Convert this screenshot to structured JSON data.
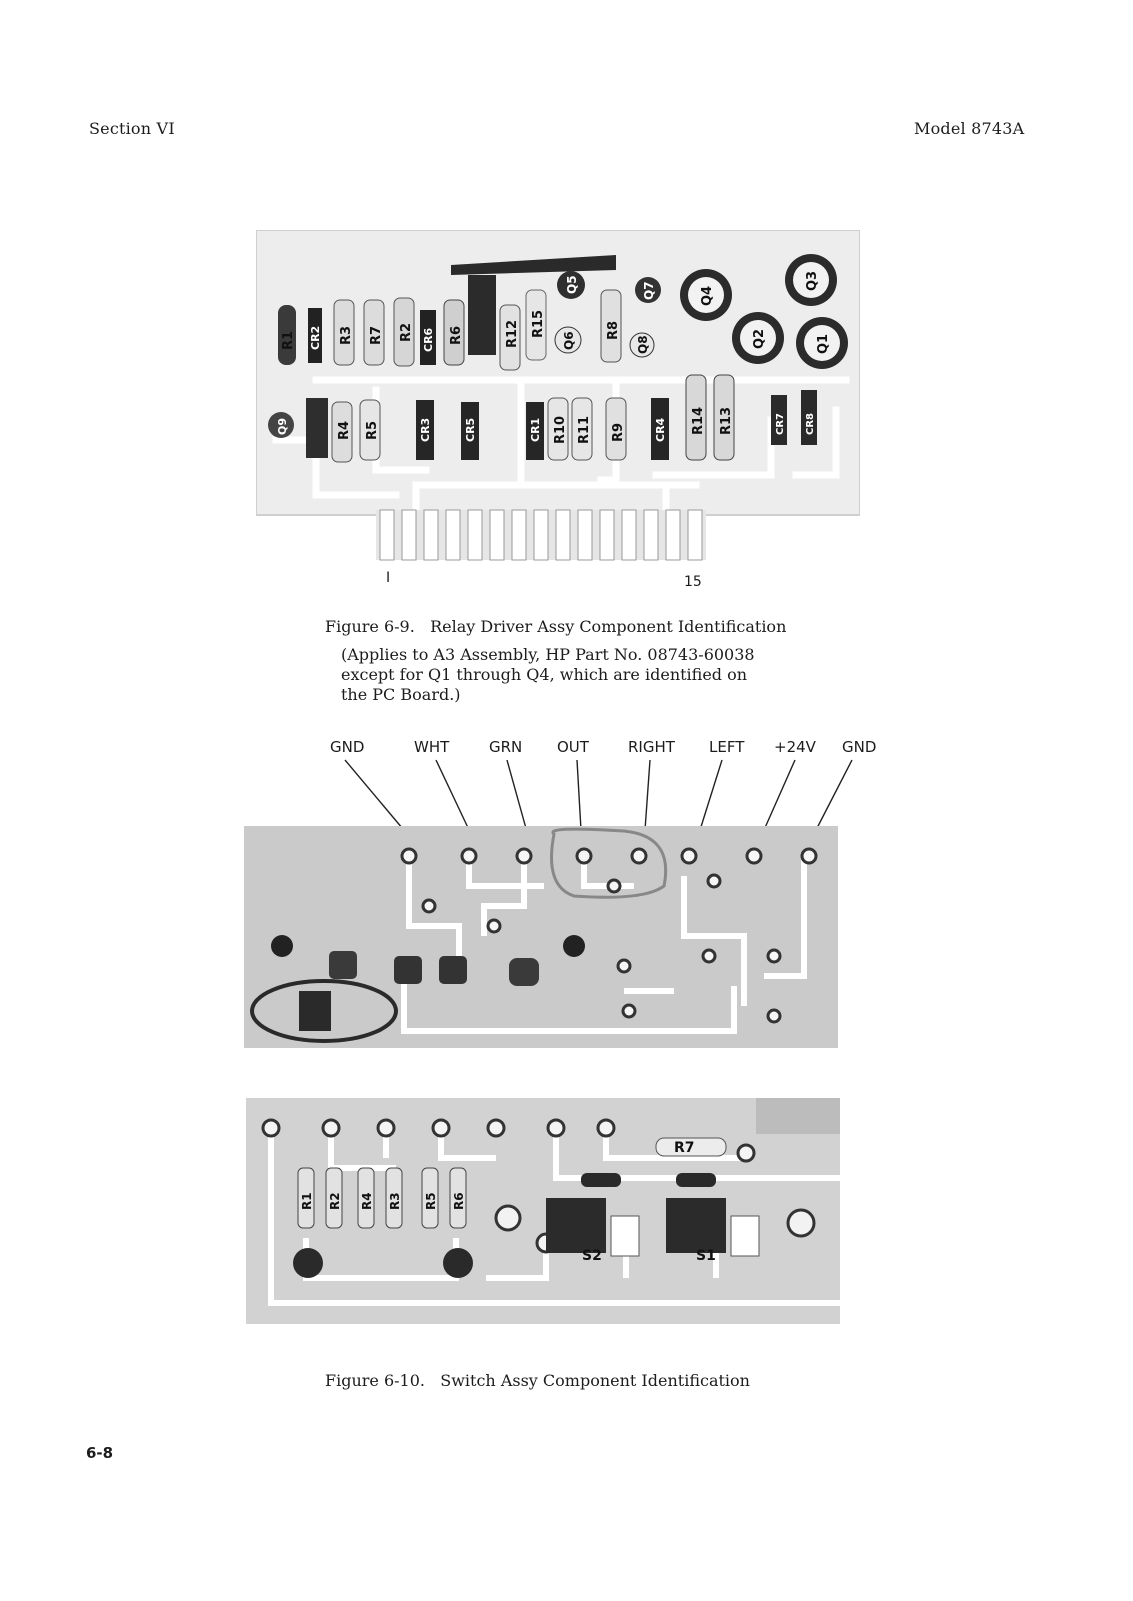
{
  "header": {
    "section": "Section VI",
    "model": "Model 8743A"
  },
  "figure_6_9": {
    "pin_labels": {
      "first": "I",
      "last": "15"
    },
    "component_labels": {
      "r1": "R1",
      "cr2": "CR2",
      "r3": "R3",
      "r7": "R7",
      "r2": "R2",
      "cr6": "CR6",
      "r6": "R6",
      "r12": "R12",
      "r15": "R15",
      "q5": "Q5",
      "q6": "Q6",
      "r8": "R8",
      "q7": "Q7",
      "q8": "Q8",
      "q4": "Q4",
      "q3": "Q3",
      "q2": "Q2",
      "q1": "Q1",
      "q9": "Q9",
      "r4": "R4",
      "r5": "R5",
      "cr3": "CR3",
      "cr5": "CR5",
      "cr1": "CR1",
      "r10": "R10",
      "r11": "R11",
      "r9": "R9",
      "cr4": "CR4",
      "r14": "R14",
      "r13": "R13",
      "cr7": "CR7",
      "cr8": "CR8"
    },
    "caption_title": "Figure 6-9.   Relay Driver Assy Component Identification",
    "caption_note_line1": "(Applies to A3 Assembly, HP Part No. 08743-60038",
    "caption_note_line2": "except for Q1 through Q4, which are identified on",
    "caption_note_line3": "the PC Board.)"
  },
  "terminals": {
    "gnd1": "GND",
    "wht": "WHT",
    "grn": "GRN",
    "out": "OUT",
    "right": "RIGHT",
    "left": "LEFT",
    "plus24v": "+24V",
    "gnd2": "GND"
  },
  "figure_6_10": {
    "component_labels": {
      "r7": "R7",
      "r1": "R1",
      "r2": "R2",
      "r4": "R4",
      "r3": "R3",
      "r5": "R5",
      "r6": "R6",
      "s2": "S2",
      "s1": "S1"
    },
    "caption_title": "Figure 6-10.   Switch Assy Component Identification"
  },
  "footer": {
    "page_number": "6-8"
  }
}
